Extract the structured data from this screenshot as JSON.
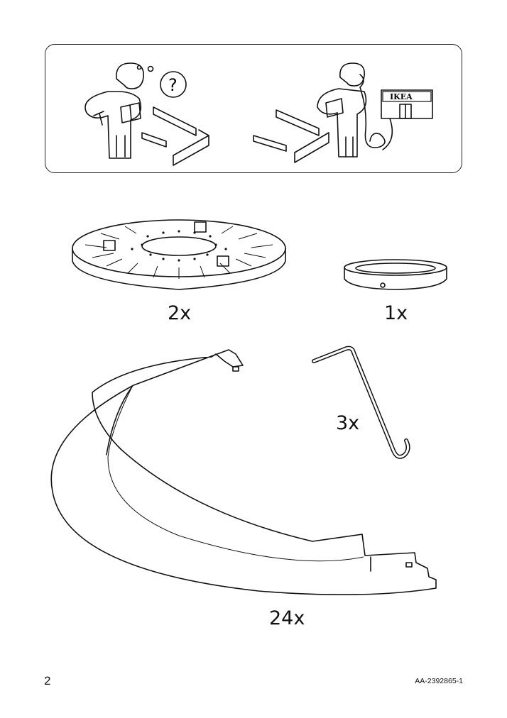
{
  "help_panel": {
    "store_sign": "IKEA"
  },
  "parts": [
    {
      "name": "base-disc",
      "quantity": "2x"
    },
    {
      "name": "ring",
      "quantity": "1x"
    },
    {
      "name": "hook",
      "quantity": "3x"
    },
    {
      "name": "petal-panel",
      "quantity": "24x"
    }
  ],
  "footer": {
    "page_number": "2",
    "document_code": "AA-2392865-1"
  }
}
